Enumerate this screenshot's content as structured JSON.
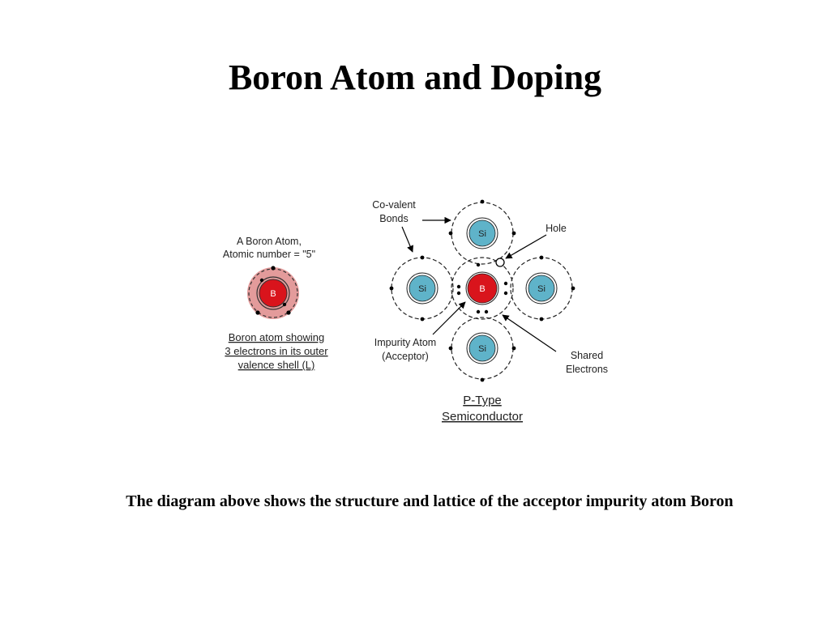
{
  "title": "Boron Atom and Doping",
  "caption": "The diagram above shows the structure and lattice of the acceptor impurity atom Boron",
  "boron_atom": {
    "header_line1": "A Boron Atom,",
    "header_line2": "Atomic number = \"5\"",
    "nucleus": "B",
    "desc_line1": "Boron atom showing",
    "desc_line2": "3 electrons in its outer",
    "desc_line3": "valence shell (L)"
  },
  "lattice": {
    "covalent_line1": "Co-valent",
    "covalent_line2": "Bonds",
    "hole": "Hole",
    "impurity_line1": "Impurity Atom",
    "impurity_line2": "(Acceptor)",
    "shared_line1": "Shared",
    "shared_line2": "Electrons",
    "si": "Si",
    "b": "B",
    "type_line1": "P-Type",
    "type_line2": "Semiconductor"
  },
  "colors": {
    "silicon": "#5fb3c9",
    "boron": "#d9141c",
    "boron_halo": "#e39b9b"
  }
}
